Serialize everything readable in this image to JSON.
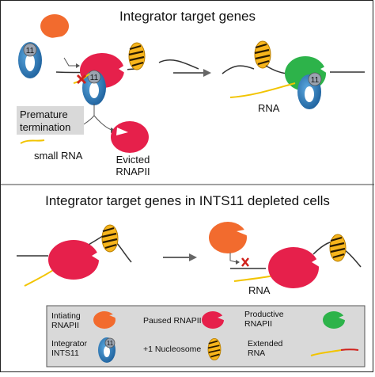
{
  "top_panel": {
    "title": "Integrator target genes",
    "premature_termination": [
      "Premature",
      "termination"
    ],
    "small_rna": "small RNA",
    "evicted": [
      "Evicted",
      "RNAPII"
    ],
    "rna": "RNA",
    "ints11_label": "11"
  },
  "bottom_panel": {
    "title": "Integrator target genes in INTS11 depleted cells",
    "rna": "RNA"
  },
  "legend": {
    "initiating": [
      "Intiating",
      "RNAPII"
    ],
    "paused": "Paused RNAPII",
    "productive": [
      "Productive",
      "RNAPII"
    ],
    "integrator": [
      "Integrator",
      "INTS11"
    ],
    "nucleosome": "+1 Nucleosome",
    "extended_rna": [
      "Extended",
      "RNA"
    ],
    "ints11_label": "11"
  },
  "colors": {
    "initiating": "#f26b2e",
    "paused": "#e6204b",
    "productive": "#2db34a",
    "integrator": "#1f73b7",
    "nucleosome": "#f7b51c",
    "rna": "#f2c400",
    "cleavage_mark": "#d0211c"
  }
}
